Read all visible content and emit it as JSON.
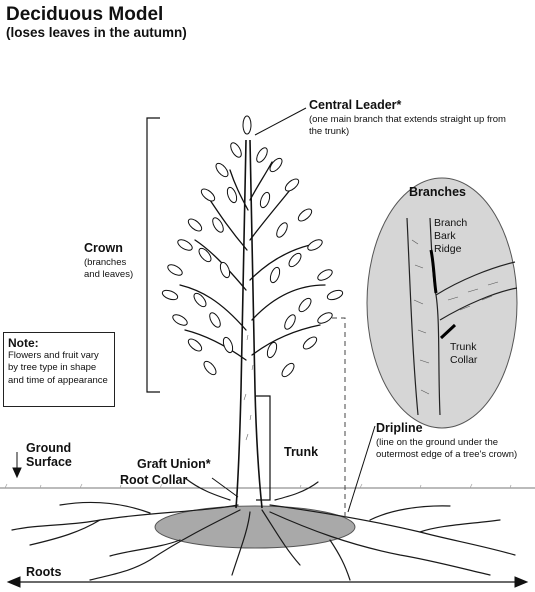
{
  "title": "Deciduous Model",
  "subtitle": "(loses leaves in the autumn)",
  "labels": {
    "central_leader": "Central Leader*",
    "central_leader_desc": "(one main branch that extends straight up from the trunk)",
    "crown": "Crown",
    "crown_desc": "(branches and leaves)",
    "branches": "Branches",
    "branch_bark_ridge": "Branch Bark Ridge",
    "trunk_collar": "Trunk Collar",
    "trunk": "Trunk",
    "dripline": "Dripline",
    "dripline_desc": "(line on the ground under the outermost edge of a tree's crown)",
    "ground_surface": "Ground Surface",
    "graft_union": "Graft Union*",
    "root_collar": "Root Collar",
    "roots": "Roots"
  },
  "note": {
    "title": "Note:",
    "body": "Flowers and fruit vary by tree type in shape and time of appearance"
  }
}
